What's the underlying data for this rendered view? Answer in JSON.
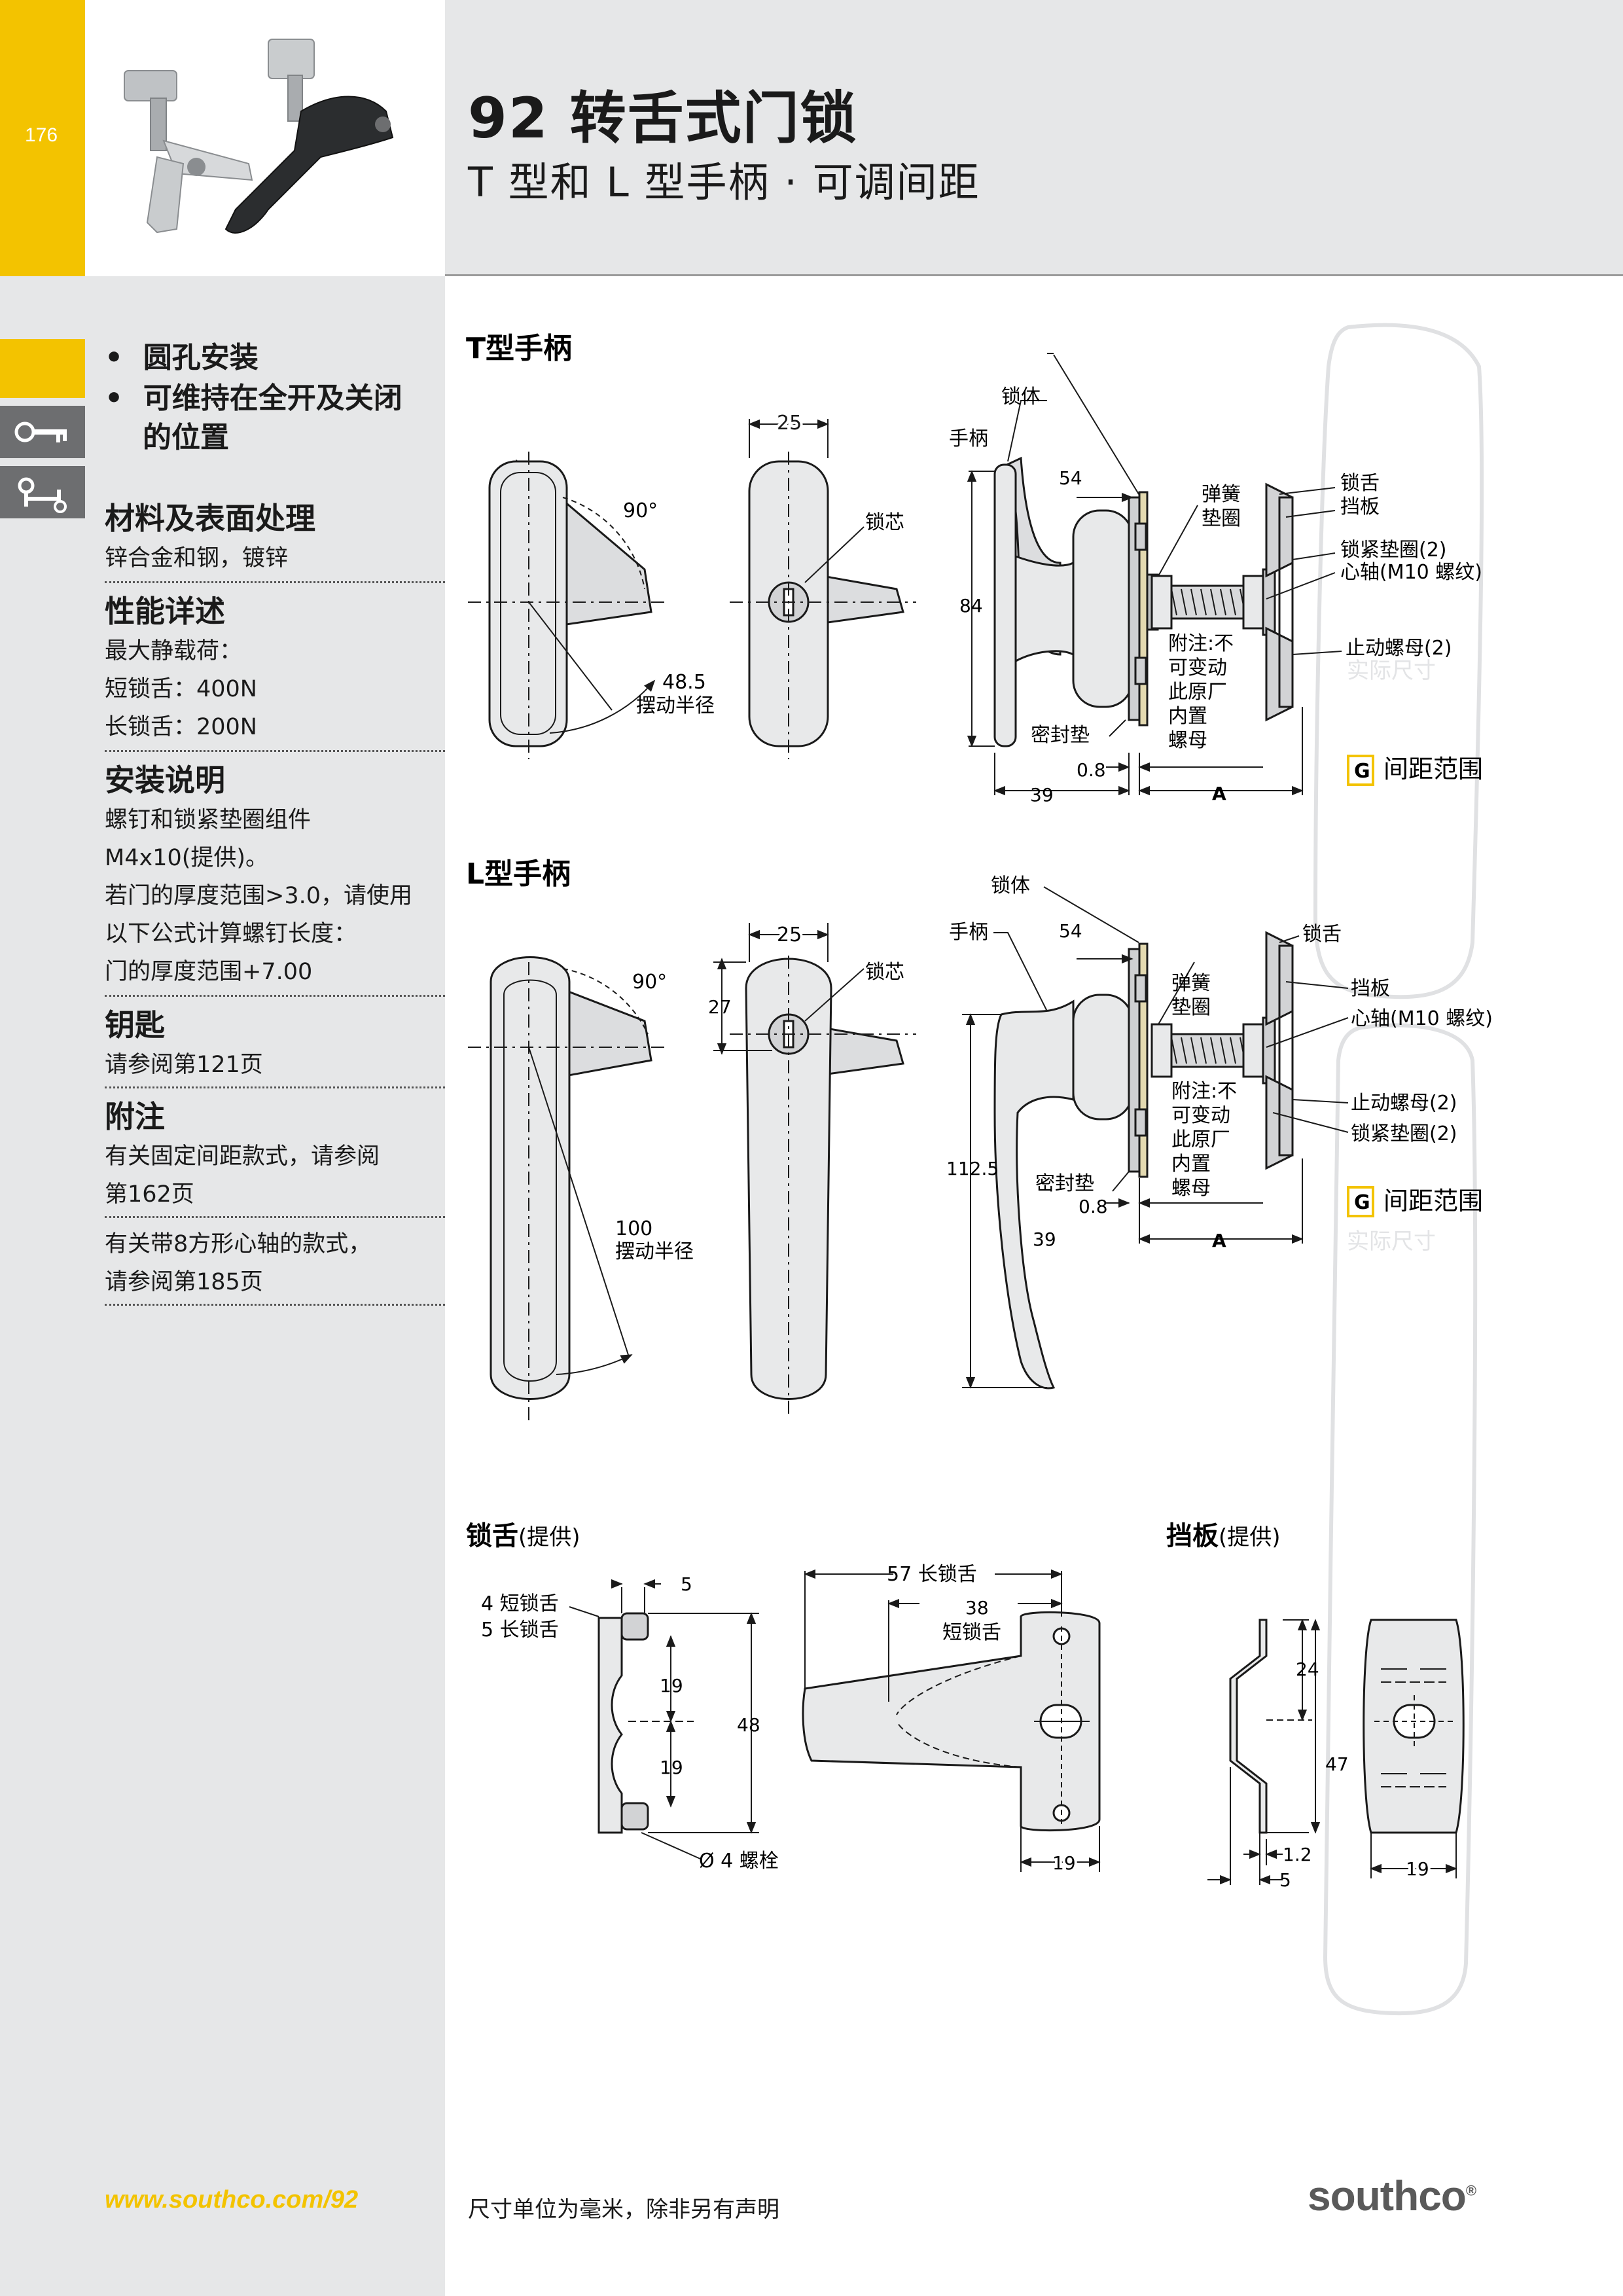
{
  "header": {
    "page_number": "176",
    "title": "92 转舌式门锁",
    "subtitle": "T 型和 L 型手柄 · 可调间距"
  },
  "sidebar": {
    "bullets": [
      "圆孔安装",
      "可维持在全开及关闭",
      "的位置"
    ],
    "sections": [
      {
        "heading": "材料及表面处理",
        "lines": [
          "锌合金和钢，镀锌"
        ]
      },
      {
        "heading": "性能详述",
        "lines": [
          "最大静载荷：",
          "短锁舌：400N",
          "长锁舌：200N"
        ]
      },
      {
        "heading": "安装说明",
        "lines": [
          "螺钉和锁紧垫圈组件",
          "M4x10(提供)。",
          "若门的厚度范围>3.0，请使用",
          "以下公式计算螺钉长度：",
          "门的厚度范围+7.00"
        ]
      },
      {
        "heading": "钥匙",
        "lines": [
          "请参阅第121页"
        ]
      },
      {
        "heading": "附注",
        "lines": [
          "有关固定间距款式，请参阅",
          "第162页"
        ]
      },
      {
        "heading": "",
        "lines": [
          "有关带8方形心轴的款式，",
          "请参阅第185页"
        ]
      }
    ],
    "icons": [
      "key-icon",
      "latch-icon"
    ]
  },
  "t_handle": {
    "title": "T型手柄",
    "labels": {
      "angle": "90°",
      "radius_value": "48.5",
      "radius_label": "摆动半径",
      "width": "25",
      "cylinder": "锁芯",
      "lock_body": "锁体",
      "handle": "手柄",
      "dim_54": "54",
      "height": "84",
      "spring_washer_1": "弹簧",
      "spring_washer_2": "垫圈",
      "cam": "锁舌",
      "retainer": "挡板",
      "lock_washer": "锁紧垫圈(2)",
      "shaft": "心轴(M10 螺纹)",
      "note_1": "附注:不",
      "note_2": "可变动",
      "note_3": "此原厂",
      "note_4": "内置",
      "note_5": "螺母",
      "stop_nut": "止动螺母(2)",
      "gasket": "密封垫",
      "dim_08": "0.8",
      "dim_39": "39",
      "dim_A": "A",
      "grip_badge": "G",
      "grip_range": "间距范围",
      "actual_size": "实际尺寸"
    }
  },
  "l_handle": {
    "title": "L型手柄",
    "labels": {
      "angle": "90°",
      "dim_27": "27",
      "radius_value": "100",
      "radius_label": "摆动半径",
      "width": "25",
      "cylinder": "锁芯",
      "lock_body": "锁体",
      "handle": "手柄",
      "dim_54": "54",
      "height": "112.5",
      "spring_washer_1": "弹簧",
      "spring_washer_2": "垫圈",
      "cam": "锁舌",
      "retainer": "挡板",
      "shaft": "心轴(M10 螺纹)",
      "note_1": "附注:不",
      "note_2": "可变动",
      "note_3": "此原厂",
      "note_4": "内置",
      "note_5": "螺母",
      "stop_nut": "止动螺母(2)",
      "lock_washer": "锁紧垫圈(2)",
      "gasket": "密封垫",
      "dim_08": "0.8",
      "dim_39": "39",
      "dim_A": "A",
      "grip_badge": "G",
      "grip_range": "间距范围",
      "actual_size": "实际尺寸"
    }
  },
  "cam_section": {
    "title": "锁舌",
    "title_suffix": "(提供)",
    "labels": {
      "short_cam": "4 短锁舌",
      "long_cam": "5 长锁舌",
      "dim_5": "5",
      "dim_19a": "19",
      "dim_19b": "19",
      "dim_48": "48",
      "bolt": "Ø 4 螺栓",
      "dim_57": "57 长锁舌",
      "dim_38": "38",
      "short_cam_2": "短锁舌",
      "dim_19c": "19"
    }
  },
  "retainer_section": {
    "title": "挡板",
    "title_suffix": "(提供)",
    "labels": {
      "dim_24": "24",
      "dim_47": "47",
      "dim_12": "1.2",
      "dim_5": "5",
      "dim_19": "19"
    }
  },
  "footer": {
    "website": "www.southco.com/92",
    "note": "尺寸单位为毫米，除非另有声明",
    "logo": "southco",
    "logo_mark": "®"
  }
}
